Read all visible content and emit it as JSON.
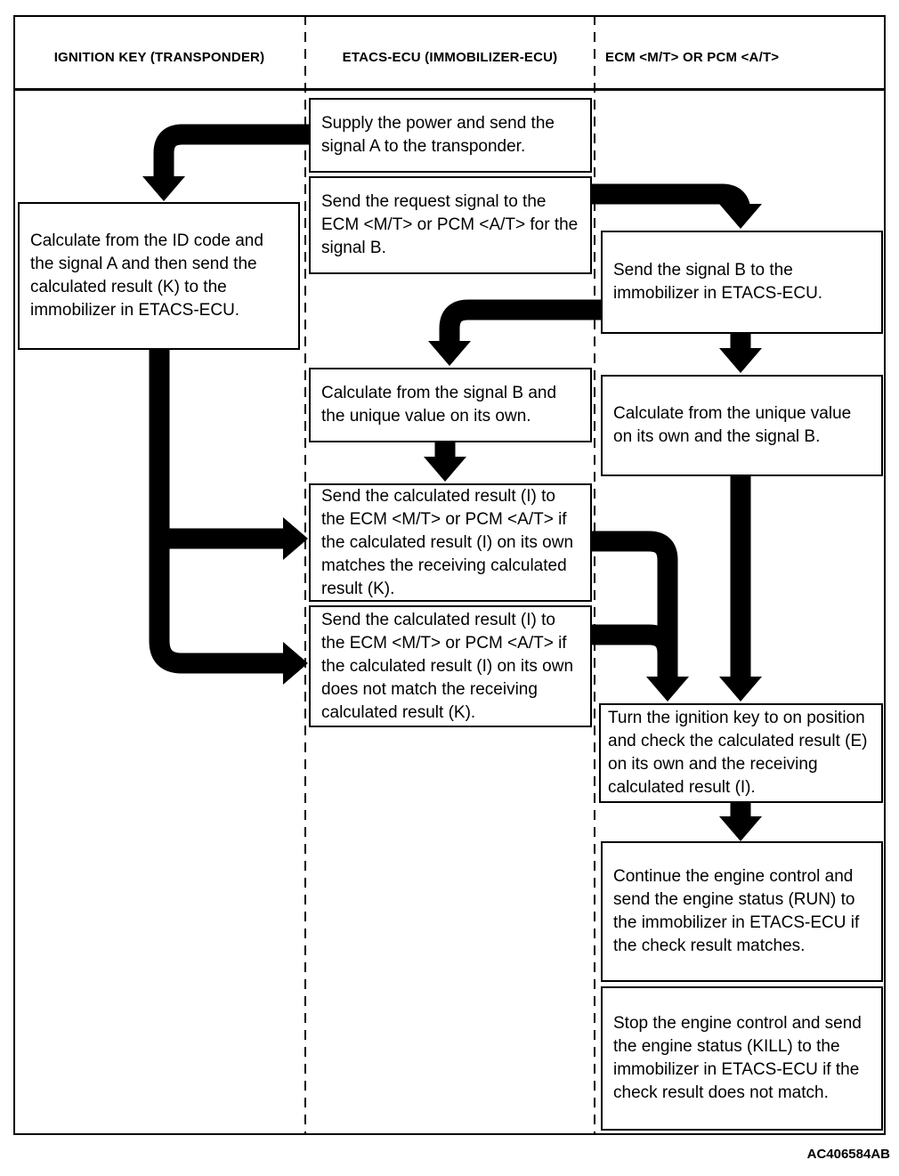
{
  "header": {
    "columns": [
      {
        "label": "IGNITION KEY (TRANSPONDER)"
      },
      {
        "label": "ETACS-ECU (IMMOBILIZER-ECU)"
      },
      {
        "label": "ECM <M/T> OR PCM <A/T>"
      }
    ]
  },
  "boxes": {
    "supply_power": "Supply the power and send the signal A to the transponder.",
    "send_request": "Send the request signal to the ECM <M/T> or PCM <A/T> for the signal B.",
    "calc_id_code": "Calculate from the ID code and the signal A and then send the calculated result (K) to the immobilizer in ETACS-ECU.",
    "send_signal_b": "Send the signal B to the immobilizer in ETACS-ECU.",
    "calc_signal_b": "Calculate from the signal B and the unique value on its own.",
    "calc_unique_value": "Calculate from the unique value on its own and the signal B.",
    "send_result_match": "Send the calculated result (I) to the ECM <M/T> or PCM <A/T> if the calculated result (I) on its own matches the receiving calculated result (K).",
    "send_result_no_match": "Send the calculated result (I) to the ECM <M/T> or PCM <A/T> if the calculated result (I) on its own does not match the receiving calculated result (K).",
    "turn_ignition_key": "Turn the ignition key to on position and check the calculated result (E) on its own and the receiving calculated result (I).",
    "continue_engine": "Continue the engine control and send the engine status (RUN) to the immobilizer in ETACS-ECU if the check result matches.",
    "stop_engine": "Stop the engine control and send the engine status (KILL) to the immobilizer in ETACS-ECU if the check result does not match."
  },
  "footer": {
    "figure_code": "AC406584AB"
  },
  "colors": {
    "line": "#000000",
    "background": "#ffffff"
  }
}
